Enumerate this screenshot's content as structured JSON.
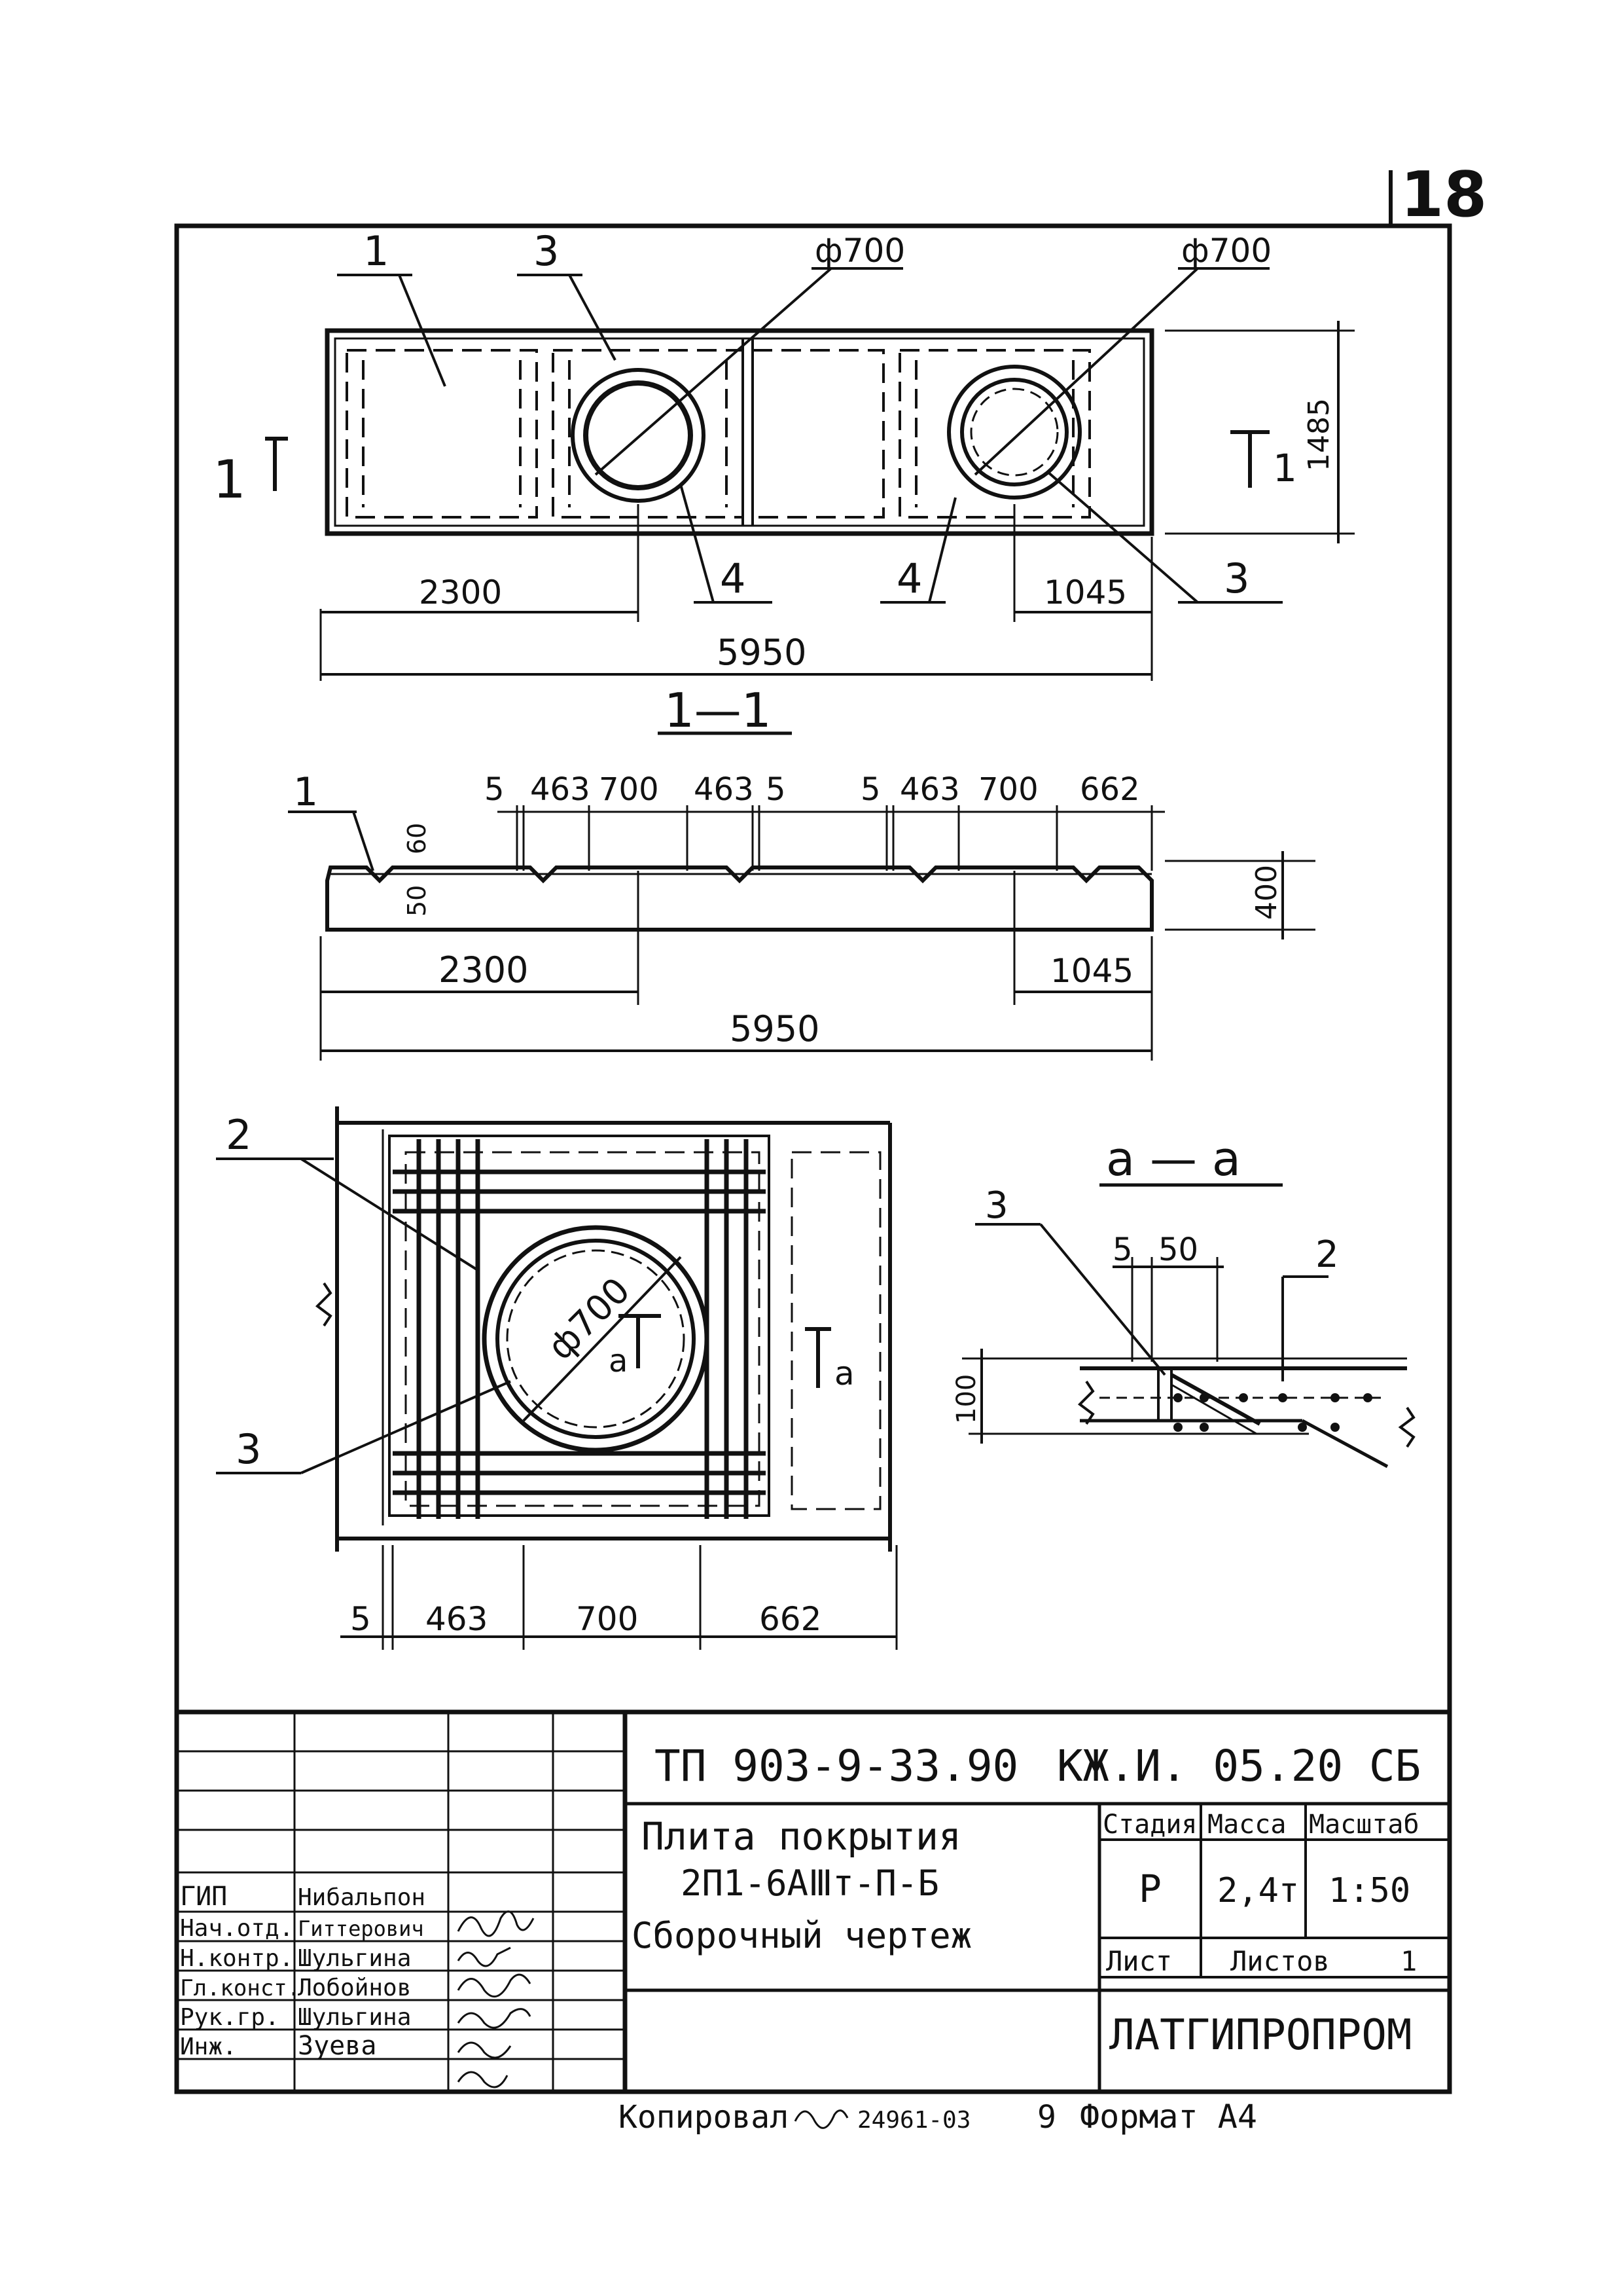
{
  "sheet_number": "18",
  "plan": {
    "pos_labels": [
      "1",
      "3",
      "3",
      "4",
      "4"
    ],
    "dia_left": "ф700",
    "dia_right": "ф700",
    "dim_height": "1485",
    "dim_left_offset": "2300",
    "dim_right_offset": "1045",
    "dim_length": "5950",
    "section_mark_left": "1",
    "section_mark_right": "1"
  },
  "section": {
    "title": "1—1",
    "pos_label": "1",
    "top_dims": [
      "5",
      "463",
      "700",
      "463",
      "5",
      "5",
      "463",
      "700",
      "662"
    ],
    "rib_dim_60": "60",
    "rib_dim_50": "50",
    "dim_height": "400",
    "dim_left_offset": "2300",
    "dim_right_offset": "1045",
    "dim_length": "5950"
  },
  "detail": {
    "pos_2": "2",
    "pos_3": "3",
    "diameter": "ф700",
    "section_mark": "a",
    "section_mark_right": "a",
    "bottom_dims": [
      "5",
      "463",
      "700",
      "662"
    ]
  },
  "section_aa": {
    "title": "a — a",
    "pos_3": "3",
    "pos_2": "2",
    "dim_5": "5",
    "dim_50": "50",
    "dim_100": "100"
  },
  "title_block": {
    "doc_code": "ТП 903-9-33.90",
    "sheet_code": "КЖ.И. 05.20 СБ",
    "title_line1": "Плита покрытия",
    "title_line2": "2П1-6АⅢт-П-Б",
    "title_line3": "Сборочный чертеж",
    "headers": [
      "Стадия",
      "Масса",
      "Масштаб"
    ],
    "values": [
      "Р",
      "2,4т",
      "1:50"
    ],
    "sheet_label": "Лист",
    "sheets_label": "Листов",
    "sheets_value": "1",
    "organization": "ЛАТГИПРОПРОМ",
    "staff": [
      {
        "role": "ГИП",
        "name": "Нибальпон"
      },
      {
        "role": "Нач.отд.",
        "name": "Гиттерович"
      },
      {
        "role": "Н.контр.",
        "name": "Шульгина"
      },
      {
        "role": "Гл.конст.",
        "name": "Лобойнов"
      },
      {
        "role": "Рук.гр.",
        "name": "Шульгина"
      },
      {
        "role": "Инж.",
        "name": "Зуева"
      }
    ]
  },
  "footer": {
    "copied": "Копировал",
    "archive_no": "24961-03",
    "page_no": "9",
    "format": "Формат А4"
  },
  "colors": {
    "ink": "#111111",
    "paper": "#ffffff"
  }
}
